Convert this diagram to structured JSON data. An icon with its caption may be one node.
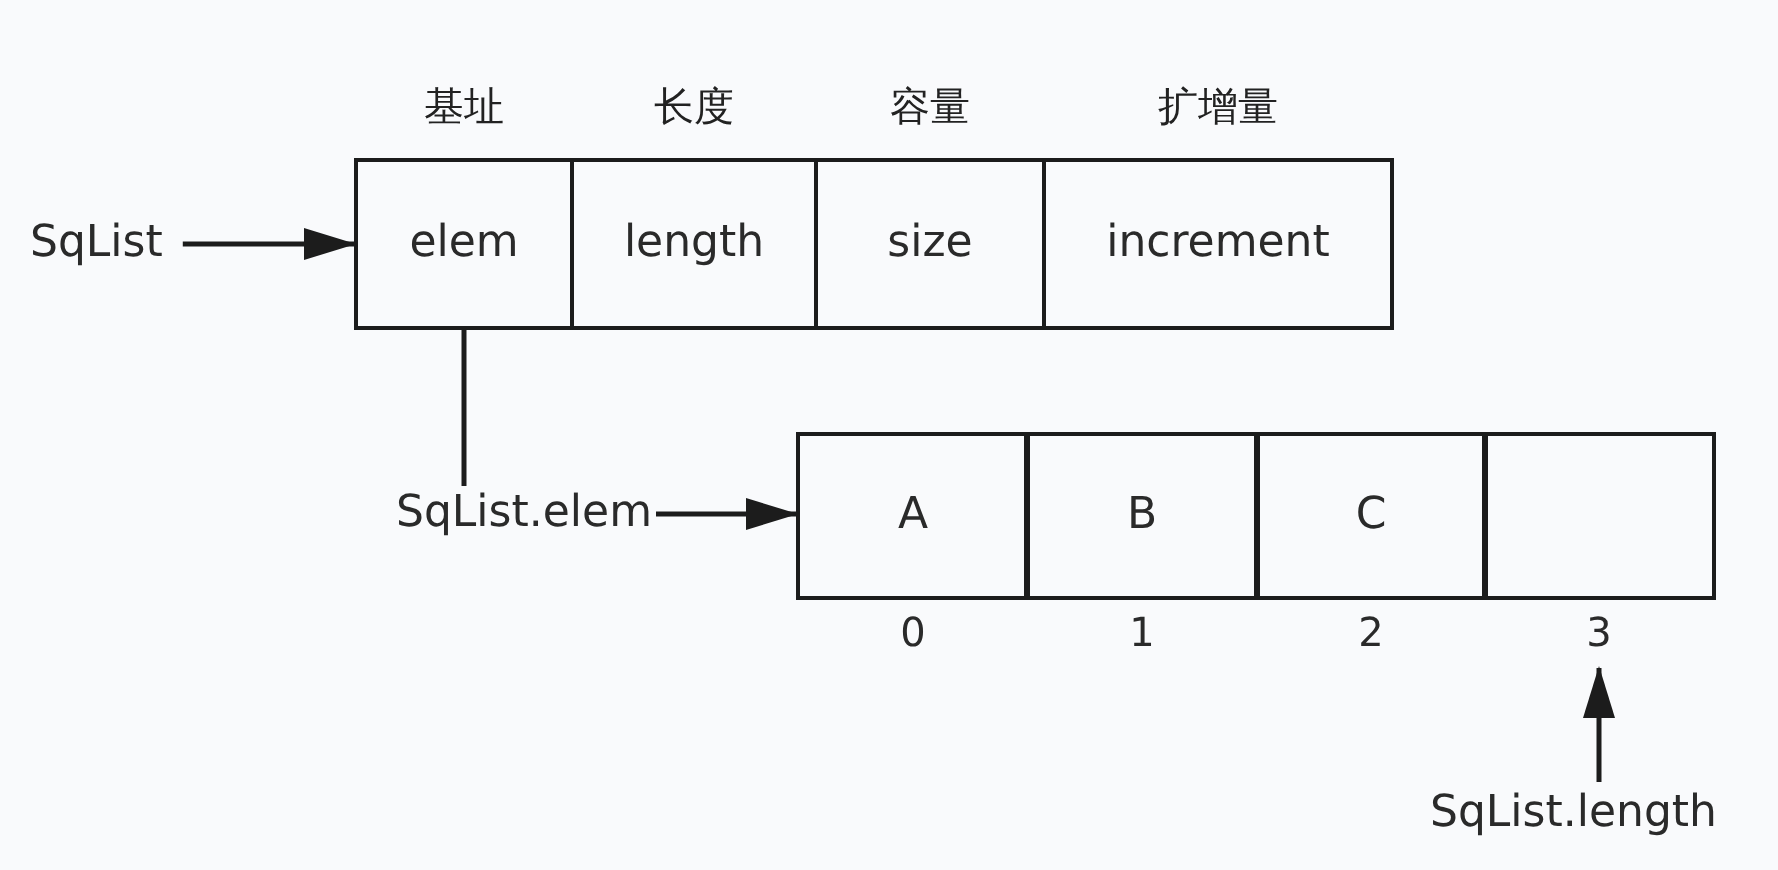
{
  "diagram": {
    "nodes": [
      {
        "text": [
          "SqList"
        ]
      },
      {
        "text": [
          "基址",
          "elem"
        ]
      },
      {
        "text": [
          "长度",
          "length"
        ]
      },
      {
        "text": [
          "容量",
          "size"
        ]
      },
      {
        "text": [
          "扩增量",
          "increment"
        ]
      },
      {
        "text": [
          "SqList.elem"
        ]
      },
      {
        "text": [
          "A"
        ],
        "beside": [
          "0"
        ]
      },
      {
        "text": [
          "B"
        ],
        "beside": [
          "1"
        ]
      },
      {
        "text": [
          "C"
        ],
        "beside": [
          "2"
        ]
      },
      {
        "text": [],
        "shape": "box",
        "beside": [
          "3"
        ]
      },
      {
        "text": [
          "SqList.length"
        ]
      }
    ],
    "edges": [
      {
        "from": 0,
        "to": 1,
        "arrow": "to"
      },
      {
        "from": 1,
        "to": 5,
        "arrow": "none"
      },
      {
        "from": 5,
        "to": 6,
        "arrow": "to"
      },
      {
        "from": 10,
        "to": 9,
        "arrow": "to"
      }
    ]
  }
}
